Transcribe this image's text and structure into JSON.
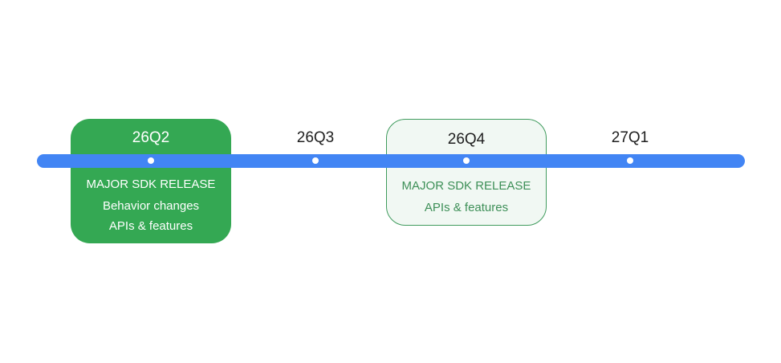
{
  "timeline": {
    "milestones": [
      {
        "quarter": "26Q2",
        "card_style": "filled",
        "lines": [
          "MAJOR SDK RELEASE",
          "Behavior changes",
          "APIs & features"
        ]
      },
      {
        "quarter": "26Q3",
        "card_style": "none",
        "lines": []
      },
      {
        "quarter": "26Q4",
        "card_style": "outlined",
        "lines": [
          "MAJOR SDK RELEASE",
          "APIs & features"
        ]
      },
      {
        "quarter": "27Q1",
        "card_style": "none",
        "lines": []
      }
    ]
  },
  "colors": {
    "timeline": "#4285f4",
    "major_card": "#34a853",
    "minor_card_fill": "#f1f8f3",
    "minor_card_border": "#3f9b5d",
    "minor_card_text": "#3d8f57"
  }
}
